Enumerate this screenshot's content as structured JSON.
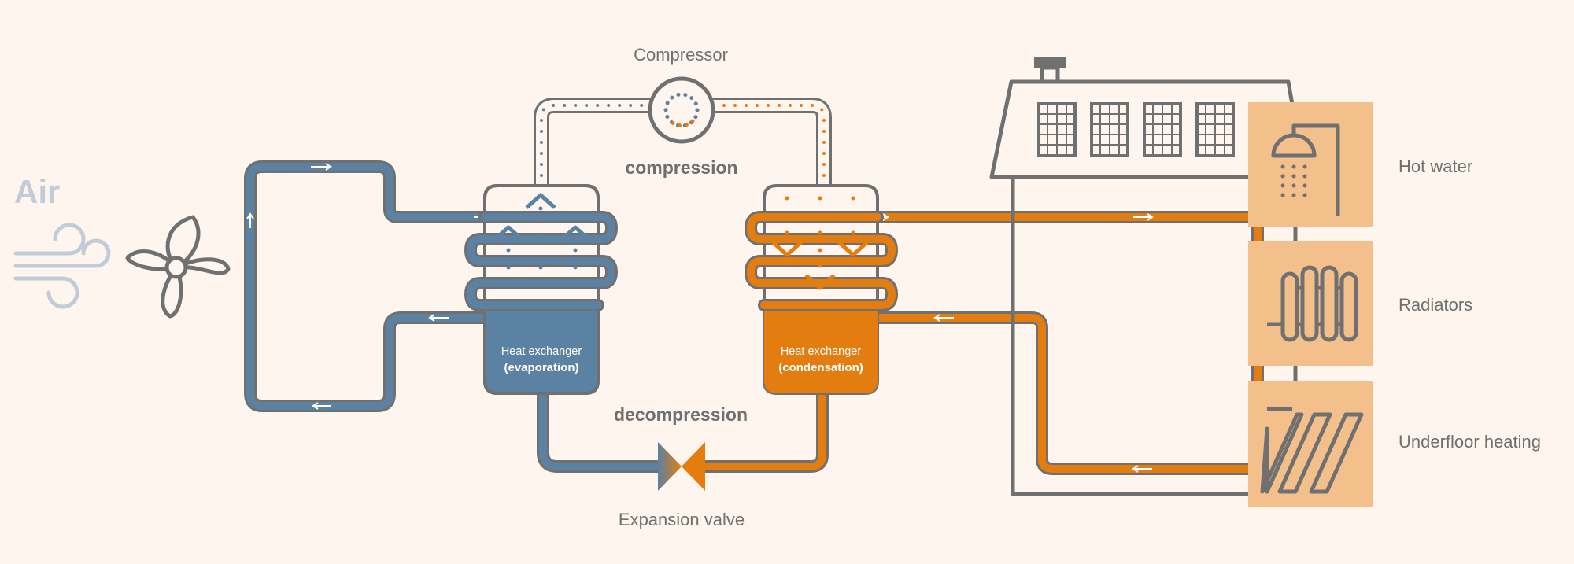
{
  "labels": {
    "air": "Air",
    "compressor": "Compressor",
    "compression": "compression",
    "decompression": "decompression",
    "expansion_valve": "Expansion valve",
    "evaporator_title": "Heat exchanger",
    "evaporator_sub": "(evaporation)",
    "condenser_title": "Heat exchanger",
    "condenser_sub": "(condensation)",
    "hot_water": "Hot water",
    "radiators": "Radiators",
    "underfloor": "Underfloor heating"
  },
  "colors": {
    "cold": "#5b82a3",
    "hot": "#e47d0f",
    "outline": "#707070",
    "panel": "#f3c08c",
    "background": "#fdf5ee",
    "air": "#c2ccd8"
  },
  "icons": [
    "wind-icon",
    "fan-icon",
    "solar-panel-icon",
    "chimney-icon",
    "shower-icon",
    "radiator-icon",
    "underfloor-icon"
  ]
}
